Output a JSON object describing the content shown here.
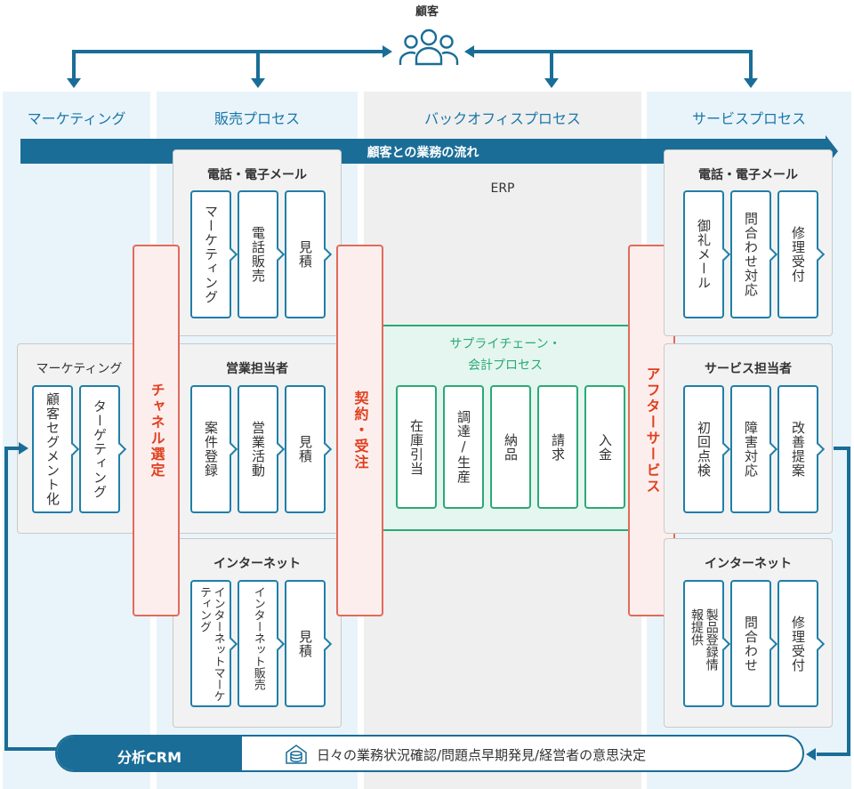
{
  "customer": {
    "label": "顧客",
    "icon": "people-icon"
  },
  "columns": {
    "marketing": "マーケティング",
    "sales": "販売プロセス",
    "backoffice": "バックオフィスプロセス",
    "service": "サービスプロセス"
  },
  "flow_label": "顧客との業務の流れ",
  "erp_label": "ERP",
  "sales_groups": [
    {
      "title": "電話・電子メール",
      "cards": [
        "マーケティング",
        "電話販売",
        "見積"
      ]
    },
    {
      "title": "営業担当者",
      "cards": [
        "案件登録",
        "営業活動",
        "見積"
      ]
    },
    {
      "title": "インターネット",
      "cards": [
        "インターネットマーケティング",
        "インターネット販売",
        "見積"
      ]
    }
  ],
  "marketing_group": {
    "title": "マーケティング",
    "cards": [
      "顧客セグメント化",
      "ターゲティング"
    ]
  },
  "red_bars": {
    "channel": "チャネル選定",
    "contract": "契約・受注",
    "after": "アフターサービス"
  },
  "supply": {
    "title_line1": "サプライチェーン・",
    "title_line2": "会計プロセス",
    "cards": [
      "在庫引当",
      "調達/生産",
      "納品",
      "請求",
      "入金"
    ]
  },
  "service_groups": [
    {
      "title": "電話・電子メール",
      "cards": [
        "御礼メール",
        "問合わせ対応",
        "修理受付"
      ]
    },
    {
      "title": "サービス担当者",
      "cards": [
        "初回点検",
        "障害対応",
        "改善提案"
      ]
    },
    {
      "title": "インターネット",
      "cards": [
        "製品登録情報提供",
        "問合わせ",
        "修理受付"
      ]
    }
  ],
  "crm": {
    "label": "分析CRM",
    "icon": "database-icon",
    "text": "日々の業務状況確認/問題点早期発見/経営者の意思決定"
  }
}
